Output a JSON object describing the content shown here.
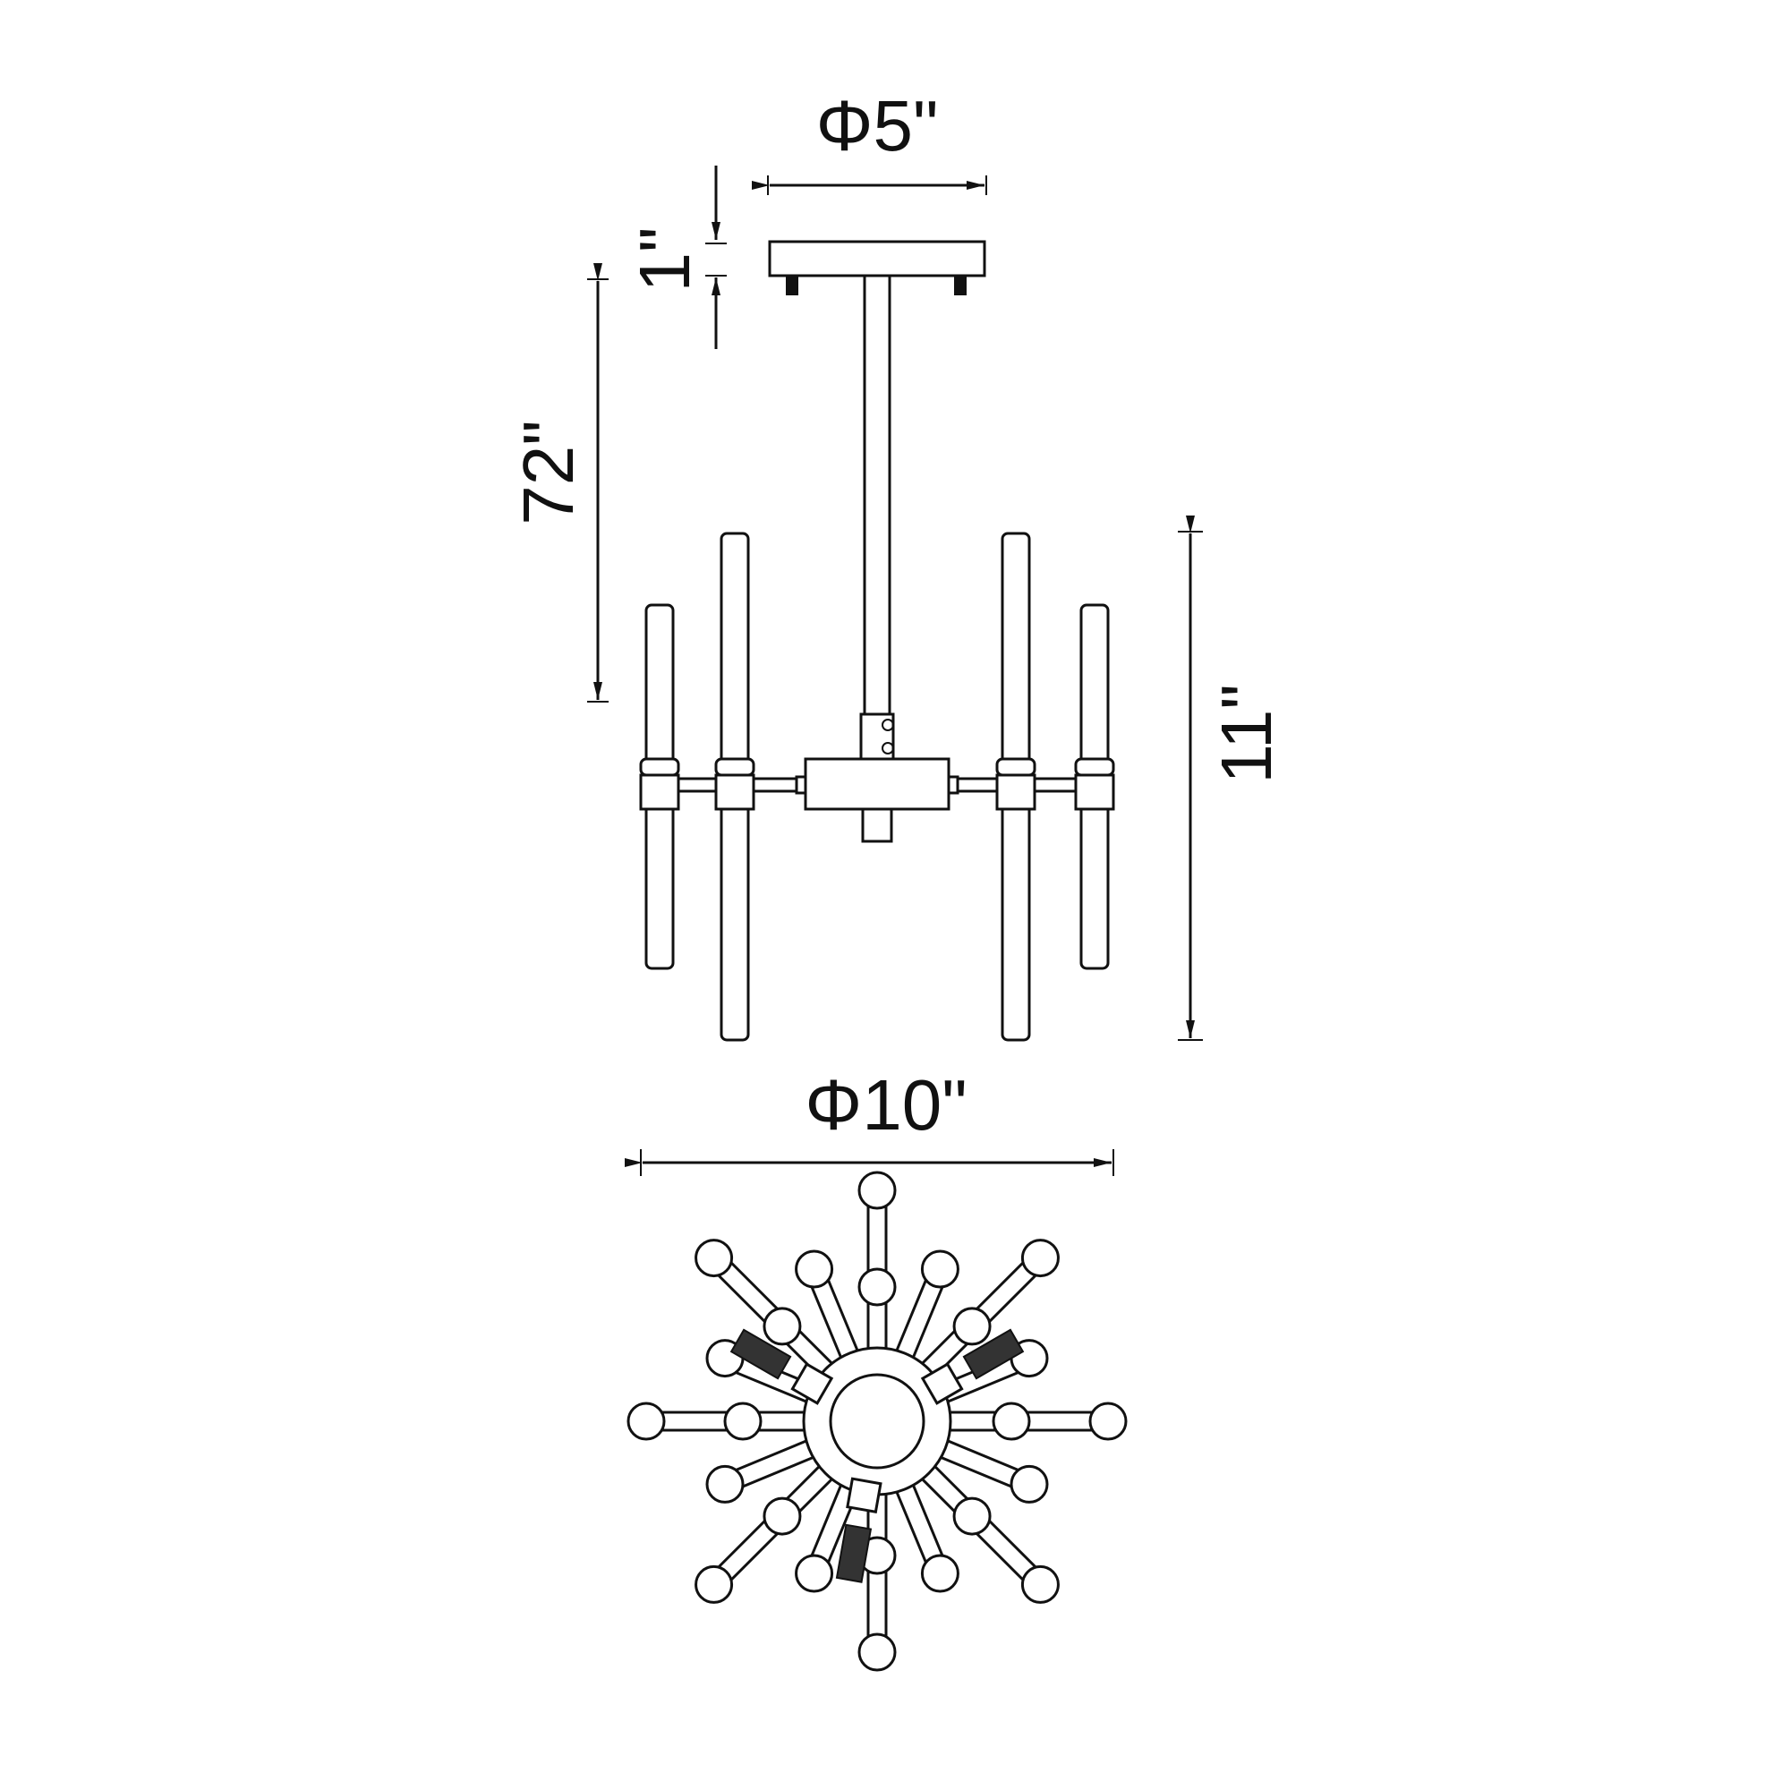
{
  "dimensions": {
    "canopy_diameter": "Φ5\"",
    "canopy_height": "1\"",
    "rod_length": "72\"",
    "fixture_height": "11\"",
    "fixture_diameter": "Φ10\""
  }
}
